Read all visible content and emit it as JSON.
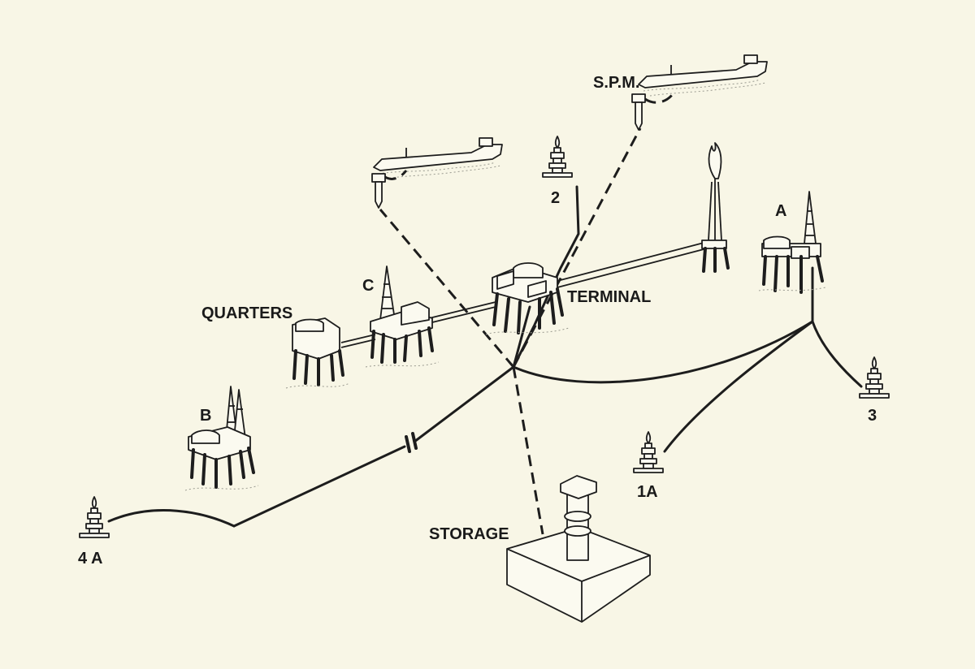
{
  "colors": {
    "background": "#f8f6e6",
    "ink": "#1d1d1d"
  },
  "labels": {
    "spm": "S.P.M.",
    "well_2": "2",
    "platform_a": "A",
    "platform_c": "C",
    "quarters": "QUARTERS",
    "terminal": "TERMINAL",
    "platform_b": "B",
    "well_3": "3",
    "well_1a": "1A",
    "well_4a": "4 A",
    "storage": "STORAGE"
  }
}
